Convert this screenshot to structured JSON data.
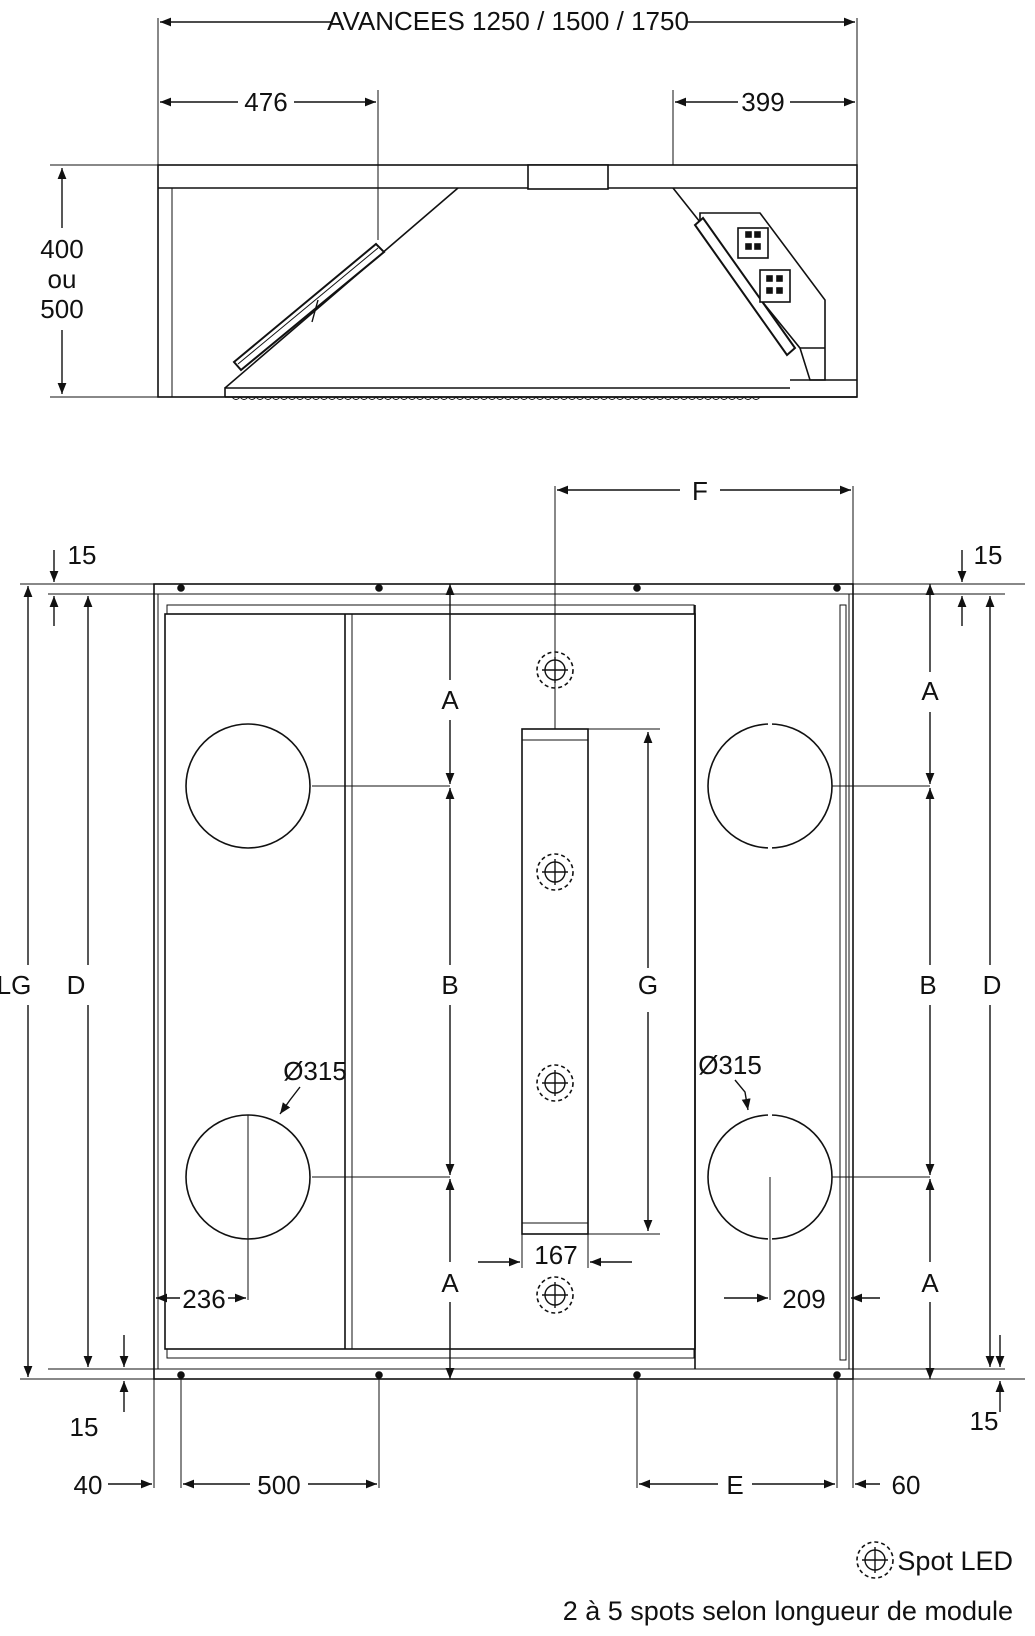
{
  "side_view": {
    "avancees_label": "AVANCEES 1250 / 1500 / 1750",
    "left_offset": "476",
    "right_offset": "399",
    "height_line1": "400",
    "height_line2": "ou",
    "height_line3": "500"
  },
  "plan_view": {
    "top_left_15": "15",
    "top_right_15": "15",
    "bottom_left_15": "15",
    "bottom_right_15": "15",
    "lg": "LG",
    "d_left": "D",
    "d_right": "D",
    "a_top_left": "A",
    "a_bottom_left": "A",
    "b_left": "B",
    "a_top_right": "A",
    "a_bottom_right": "A",
    "b_right": "B",
    "f": "F",
    "g": "G",
    "dia_left": "Ø315",
    "dia_right": "Ø315",
    "w167": "167",
    "w236": "236",
    "w209": "209",
    "w40": "40",
    "w500": "500",
    "e": "E",
    "w60": "60"
  },
  "legend": {
    "spot_label": "Spot LED",
    "spots_note": "2 à 5 spots selon longueur de module"
  }
}
